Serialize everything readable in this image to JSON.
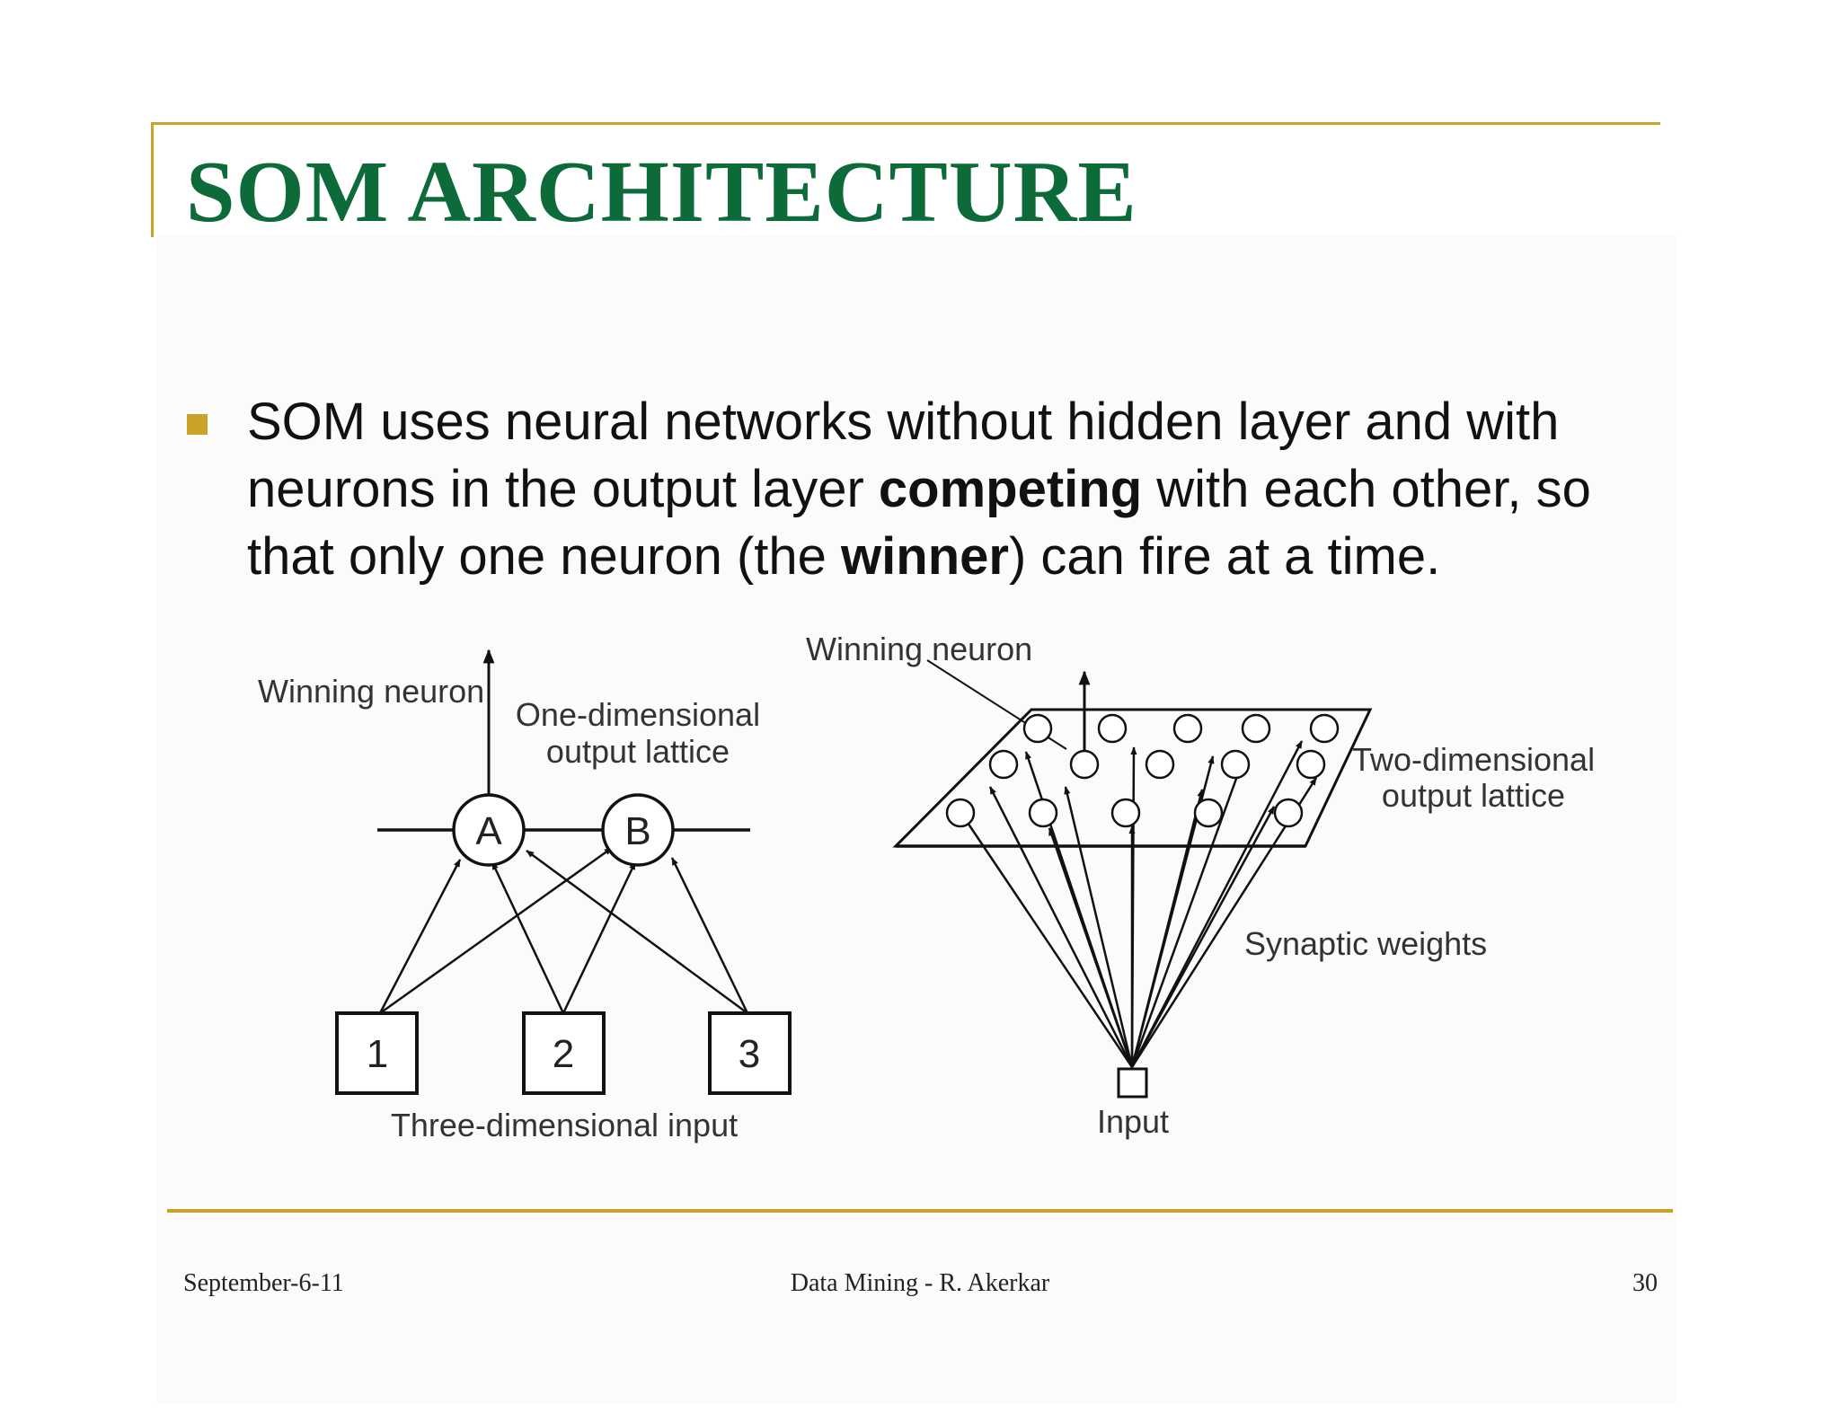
{
  "slide": {
    "title": "SOM ARCHITECTURE",
    "bullet": {
      "part1": "SOM uses neural networks without hidden layer and with neurons in the output layer ",
      "bold1": "competing",
      "part2": " with each other, so that only one neuron (the ",
      "bold2": "winner",
      "part3": ") can fire at a time."
    },
    "colors": {
      "title": "#0d6b3a",
      "accent": "#c9a227",
      "text": "#111111"
    }
  },
  "diagram_1d": {
    "winning_label": "Winning neuron",
    "lattice_label_line1": "One-dimensional",
    "lattice_label_line2": "output lattice",
    "neurons": [
      "A",
      "B"
    ],
    "inputs": [
      "1",
      "2",
      "3"
    ],
    "input_label": "Three-dimensional input"
  },
  "diagram_2d": {
    "winning_label": "Winning neuron",
    "lattice_label_line1": "Two-dimensional",
    "lattice_label_line2": "output lattice",
    "weights_label": "Synaptic weights",
    "input_label": "Input"
  },
  "footer": {
    "date": "September-6-11",
    "course": "Data Mining - R. Akerkar",
    "page": "30"
  }
}
